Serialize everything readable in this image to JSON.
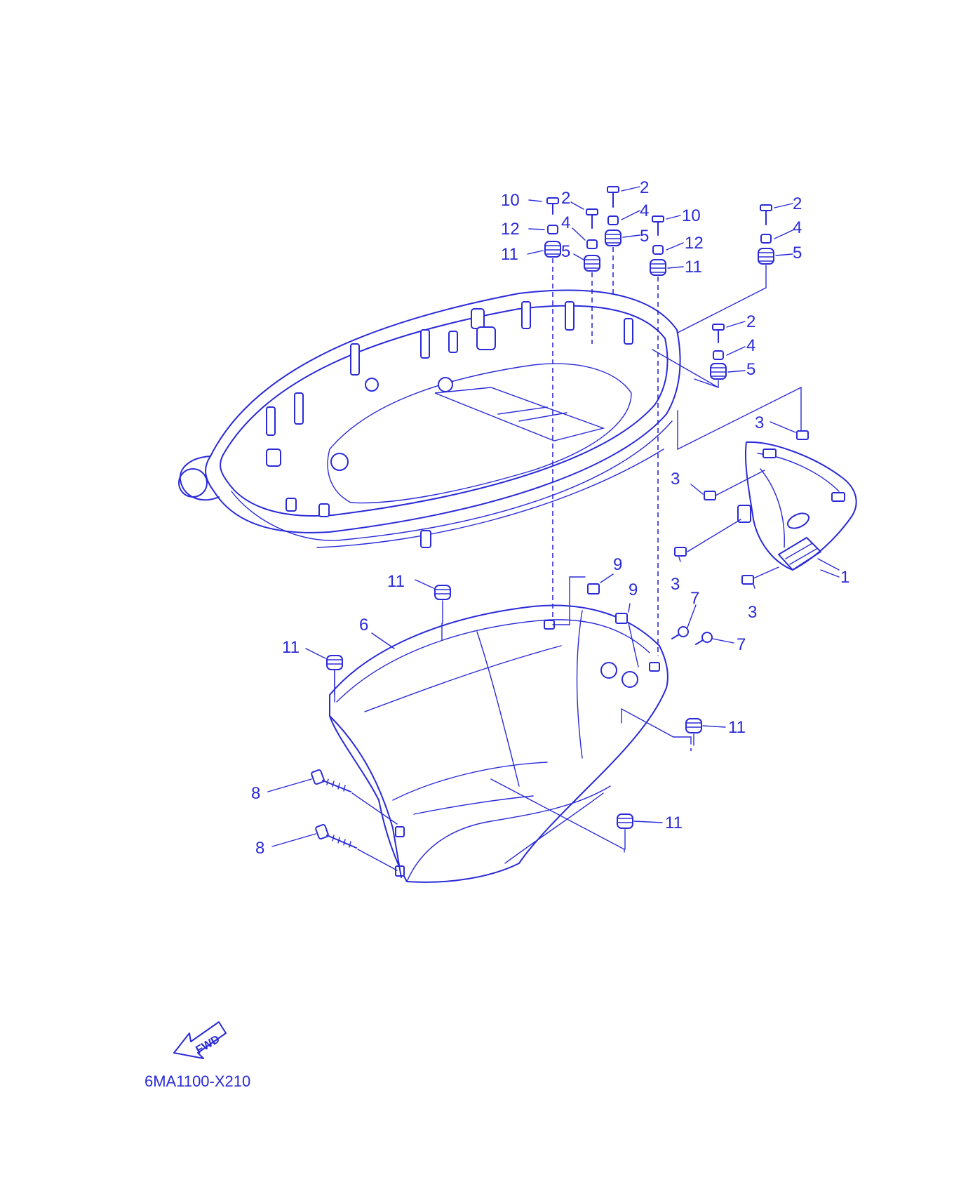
{
  "diagram": {
    "figure_code": "6MA1100-X210",
    "fwd_label": "FWD",
    "ink_color": "#2a2ad8",
    "callouts": [
      {
        "id": "c10a",
        "text": "10"
      },
      {
        "id": "c2a",
        "text": "2"
      },
      {
        "id": "c2b",
        "text": "2"
      },
      {
        "id": "c2c",
        "text": "2"
      },
      {
        "id": "c2d",
        "text": "2"
      },
      {
        "id": "c4a",
        "text": "4"
      },
      {
        "id": "c4b",
        "text": "4"
      },
      {
        "id": "c4c",
        "text": "4"
      },
      {
        "id": "c4d",
        "text": "4"
      },
      {
        "id": "c10b",
        "text": "10"
      },
      {
        "id": "c12a",
        "text": "12"
      },
      {
        "id": "c12b",
        "text": "12"
      },
      {
        "id": "c5a",
        "text": "5"
      },
      {
        "id": "c5b",
        "text": "5"
      },
      {
        "id": "c5c",
        "text": "5"
      },
      {
        "id": "c5d",
        "text": "5"
      },
      {
        "id": "c11a",
        "text": "11"
      },
      {
        "id": "c11b",
        "text": "11"
      },
      {
        "id": "c11c",
        "text": "11"
      },
      {
        "id": "c11d",
        "text": "11"
      },
      {
        "id": "c11e",
        "text": "11"
      },
      {
        "id": "c11f",
        "text": "11"
      },
      {
        "id": "c3a",
        "text": "3"
      },
      {
        "id": "c3b",
        "text": "3"
      },
      {
        "id": "c3c",
        "text": "3"
      },
      {
        "id": "c3d",
        "text": "3"
      },
      {
        "id": "c1",
        "text": "1"
      },
      {
        "id": "c9a",
        "text": "9"
      },
      {
        "id": "c9b",
        "text": "9"
      },
      {
        "id": "c7a",
        "text": "7"
      },
      {
        "id": "c7b",
        "text": "7"
      },
      {
        "id": "c6",
        "text": "6"
      },
      {
        "id": "c8a",
        "text": "8"
      },
      {
        "id": "c8b",
        "text": "8"
      }
    ]
  }
}
